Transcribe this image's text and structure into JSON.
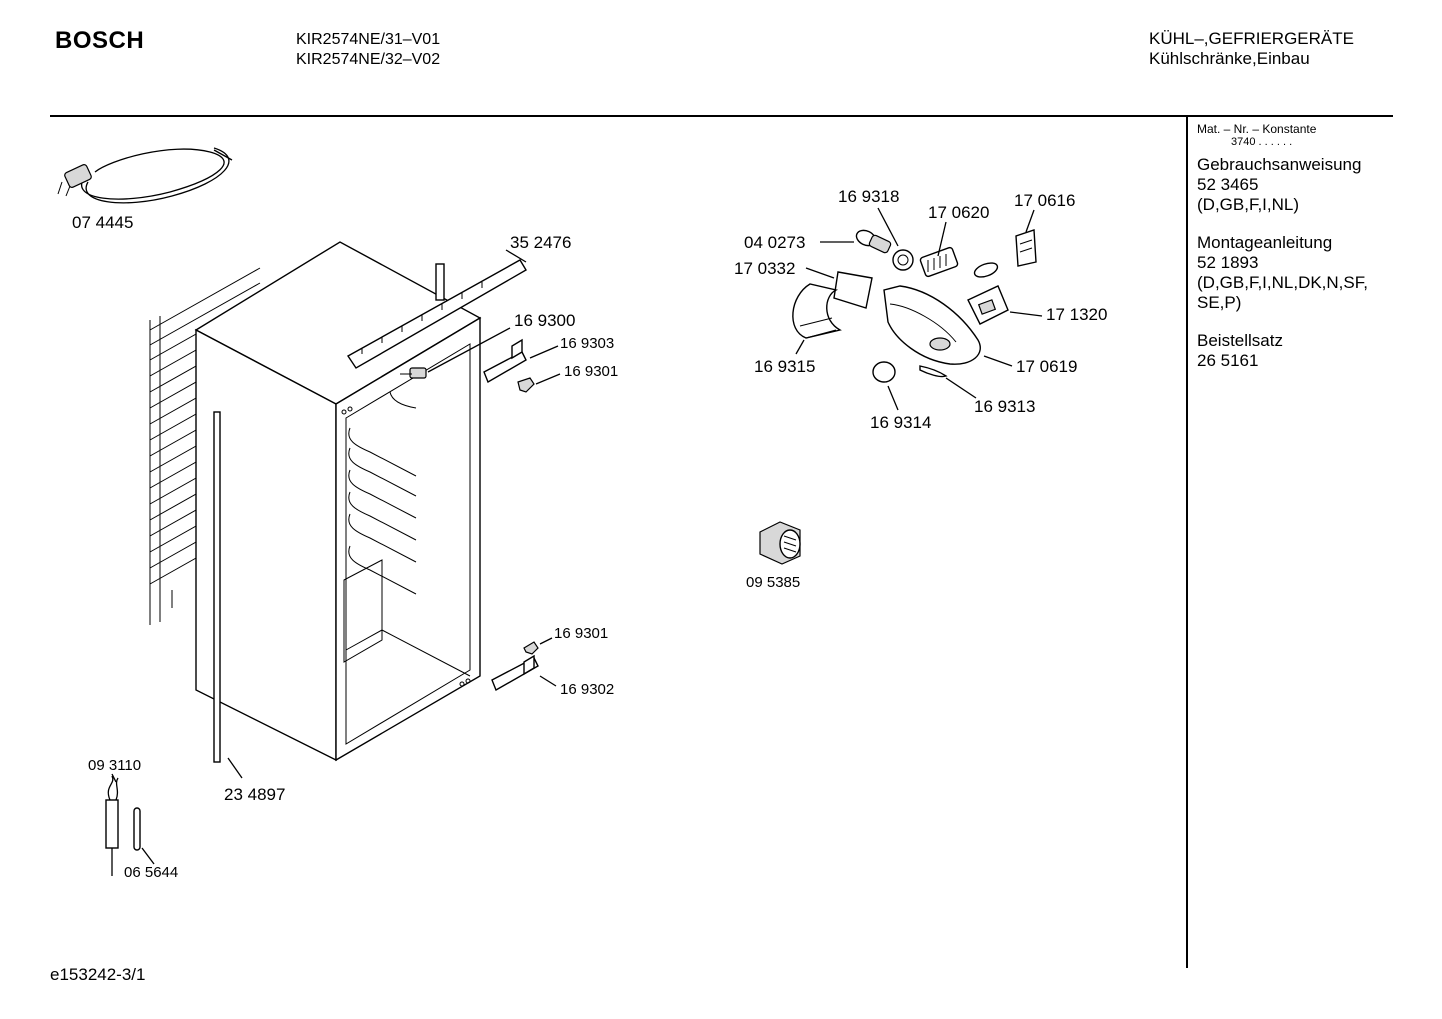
{
  "header": {
    "brand": "BOSCH",
    "models": [
      "KIR2574NE/31–V01",
      "KIR2574NE/32–V02"
    ],
    "category": [
      "KÜHL–,GEFRIERGERÄTE",
      "Kühlschränke,Einbau"
    ]
  },
  "sidebar": {
    "mat_label": "Mat. – Nr. – Konstante",
    "mat_value": "3740  .  .   .  .  .  .",
    "manual": {
      "title": "Gebrauchsanweisung",
      "number": "52 3465",
      "languages": "(D,GB,F,I,NL)"
    },
    "mounting": {
      "title": "Montageanleitung",
      "number": "52 1893",
      "languages_line1": "(D,GB,F,I,NL,DK,N,SF,",
      "languages_line2": "SE,P)"
    },
    "kit": {
      "title": "Beistellsatz",
      "number": "26 5161"
    }
  },
  "parts": {
    "power_cord": "07 4445",
    "top_strip": "35 2476",
    "hinge_pin_top": "16 9300",
    "hinge_top": "16 9303",
    "hinge_cap_top": "16 9301",
    "hinge_cap_bottom": "16 9301",
    "hinge_bottom": "16 9302",
    "door_seal_strip": "23 4897",
    "sensor": "09 3110",
    "sensor_tube": "06 5644",
    "bulb": "04 0273",
    "diffuser_plate": "17 0332",
    "ring": "16 9318",
    "lamp_socket": "17 0620",
    "clip": "17 0616",
    "thermostat": "17 1320",
    "lamp_housing": "17 0619",
    "lamp_cover": "16 9315",
    "knob": "16 9314",
    "seal": "16 9313",
    "fan": "09 5385"
  },
  "footer": {
    "code": "e153242-3/1"
  }
}
